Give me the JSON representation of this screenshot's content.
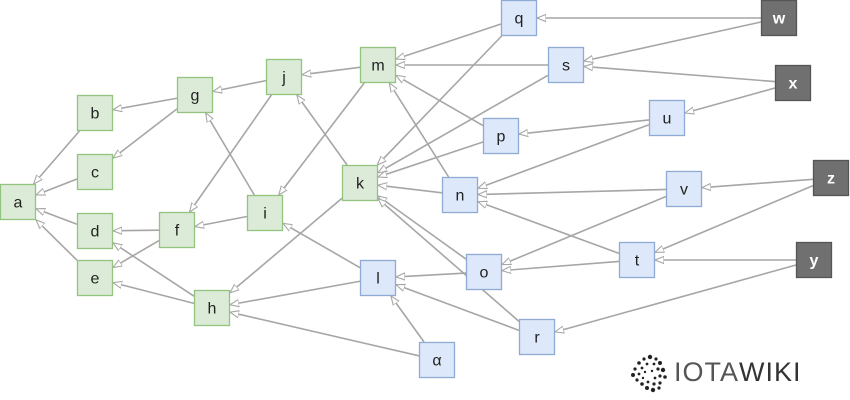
{
  "diagram": {
    "title": "Tangle DAG",
    "colors": {
      "green_fill": "#dcebd8",
      "green_stroke": "#93c47d",
      "blue_fill": "#dde9fa",
      "blue_stroke": "#8faad4",
      "gray_fill": "#707070",
      "gray_stroke": "#555555",
      "edge": "#a6a6a6",
      "dark_text": "#222222",
      "light_text": "#ffffff"
    },
    "nodes": [
      {
        "id": "a",
        "label": "a",
        "status": "confirmed"
      },
      {
        "id": "b",
        "label": "b",
        "status": "confirmed"
      },
      {
        "id": "c",
        "label": "c",
        "status": "confirmed"
      },
      {
        "id": "d",
        "label": "d",
        "status": "confirmed"
      },
      {
        "id": "e",
        "label": "e",
        "status": "confirmed"
      },
      {
        "id": "f",
        "label": "f",
        "status": "confirmed"
      },
      {
        "id": "g",
        "label": "g",
        "status": "confirmed"
      },
      {
        "id": "h",
        "label": "h",
        "status": "confirmed"
      },
      {
        "id": "i",
        "label": "i",
        "status": "confirmed"
      },
      {
        "id": "j",
        "label": "j",
        "status": "confirmed"
      },
      {
        "id": "k",
        "label": "k",
        "status": "confirmed"
      },
      {
        "id": "m",
        "label": "m",
        "status": "confirmed"
      },
      {
        "id": "l",
        "label": "l",
        "status": "unconfirmed"
      },
      {
        "id": "n",
        "label": "n",
        "status": "unconfirmed"
      },
      {
        "id": "o",
        "label": "o",
        "status": "unconfirmed"
      },
      {
        "id": "p",
        "label": "p",
        "status": "unconfirmed"
      },
      {
        "id": "q",
        "label": "q",
        "status": "unconfirmed"
      },
      {
        "id": "r",
        "label": "r",
        "status": "unconfirmed"
      },
      {
        "id": "s",
        "label": "s",
        "status": "unconfirmed"
      },
      {
        "id": "t",
        "label": "t",
        "status": "unconfirmed"
      },
      {
        "id": "u",
        "label": "u",
        "status": "unconfirmed"
      },
      {
        "id": "v",
        "label": "v",
        "status": "unconfirmed"
      },
      {
        "id": "alpha",
        "label": "α",
        "status": "unconfirmed"
      },
      {
        "id": "w",
        "label": "w",
        "status": "tip"
      },
      {
        "id": "x",
        "label": "x",
        "status": "tip"
      },
      {
        "id": "y",
        "label": "y",
        "status": "tip"
      },
      {
        "id": "z",
        "label": "z",
        "status": "tip"
      }
    ],
    "edges": [
      [
        "b",
        "a"
      ],
      [
        "c",
        "a"
      ],
      [
        "d",
        "a"
      ],
      [
        "e",
        "a"
      ],
      [
        "g",
        "b"
      ],
      [
        "g",
        "c"
      ],
      [
        "j",
        "g"
      ],
      [
        "j",
        "f"
      ],
      [
        "i",
        "g"
      ],
      [
        "i",
        "f"
      ],
      [
        "f",
        "d"
      ],
      [
        "f",
        "e"
      ],
      [
        "h",
        "d"
      ],
      [
        "h",
        "e"
      ],
      [
        "m",
        "j"
      ],
      [
        "m",
        "i"
      ],
      [
        "k",
        "j"
      ],
      [
        "k",
        "h"
      ],
      [
        "l",
        "i"
      ],
      [
        "l",
        "h"
      ],
      [
        "alpha",
        "h"
      ],
      [
        "alpha",
        "l"
      ],
      [
        "q",
        "m"
      ],
      [
        "q",
        "k"
      ],
      [
        "s",
        "m"
      ],
      [
        "s",
        "k"
      ],
      [
        "p",
        "m"
      ],
      [
        "p",
        "k"
      ],
      [
        "n",
        "m"
      ],
      [
        "n",
        "k"
      ],
      [
        "o",
        "k"
      ],
      [
        "o",
        "l"
      ],
      [
        "r",
        "k"
      ],
      [
        "r",
        "l"
      ],
      [
        "u",
        "p"
      ],
      [
        "u",
        "n"
      ],
      [
        "v",
        "n"
      ],
      [
        "v",
        "o"
      ],
      [
        "t",
        "n"
      ],
      [
        "t",
        "o"
      ],
      [
        "w",
        "q"
      ],
      [
        "w",
        "s"
      ],
      [
        "x",
        "s"
      ],
      [
        "x",
        "u"
      ],
      [
        "z",
        "v"
      ],
      [
        "z",
        "t"
      ],
      [
        "y",
        "t"
      ],
      [
        "y",
        "r"
      ]
    ]
  },
  "logo": {
    "prefix": "IOTA",
    "suffix": "WIKI"
  }
}
